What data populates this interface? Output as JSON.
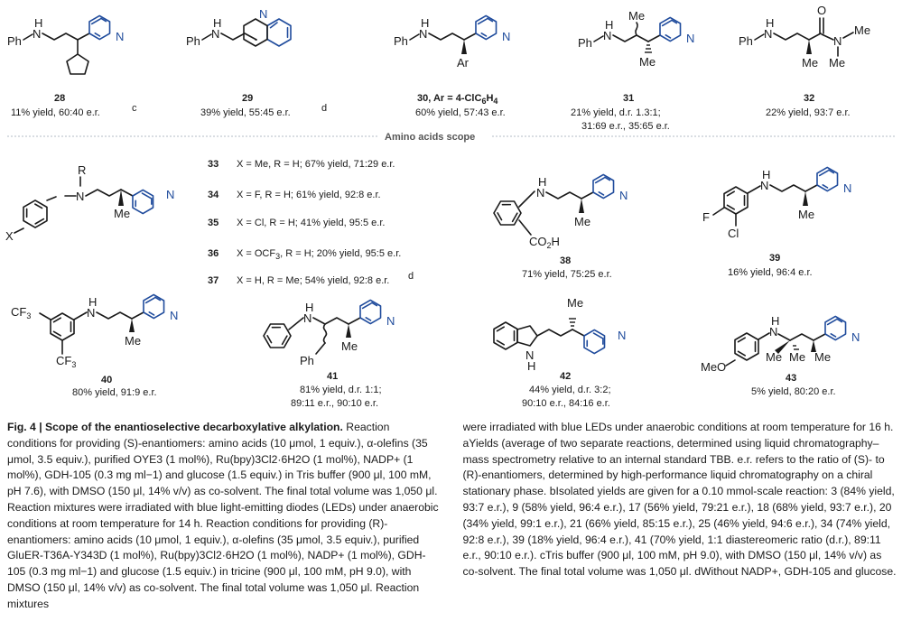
{
  "top_row": {
    "c28": {
      "num": "28",
      "result": "11% yield, 60:40 e.r.",
      "note": "c"
    },
    "c29": {
      "num": "29",
      "result": "39% yield, 55:45 e.r.",
      "note": "d"
    },
    "c30": {
      "num": "30, Ar = 4-ClC",
      "ar_sub1": "6",
      "ar_mid": "H",
      "ar_sub2": "4",
      "result": "60% yield, 57:43 e.r.",
      "ar_label": "Ar"
    },
    "c31": {
      "num": "31",
      "result1": "21% yield, d.r. 1.3:1;",
      "result2": "31:69 e.r., 35:65 e.r.",
      "me1": "Me",
      "me2": "Me"
    },
    "c32": {
      "num": "32",
      "result": "22% yield, 93:7 e.r.",
      "o": "O",
      "me_a": "Me",
      "me_b": "Me",
      "me_c": "Me",
      "n": "N"
    }
  },
  "scope_heading": "Amino acids scope",
  "core_labels": {
    "ph": "Ph",
    "n": "N",
    "h": "H",
    "me": "Me",
    "x": "X",
    "r": "R",
    "cl": "Cl",
    "f": "F",
    "cf3": "CF",
    "cf3_sub": "3",
    "co2h_a": "CO",
    "co2h_sub": "2",
    "co2h_b": "H",
    "meo": "MeO",
    "pyn": "N"
  },
  "list_entries": [
    {
      "num": "33",
      "text": "X = Me, R = H; 67% yield, 71:29 e.r."
    },
    {
      "num": "34",
      "text": "X = F, R = H; 61% yield, 92:8 e.r."
    },
    {
      "num": "35",
      "text": "X = Cl, R = H; 41% yield, 95:5 e.r."
    },
    {
      "num": "36",
      "text_a": "X = OCF",
      "text_sub": "3",
      "text_b": ", R = H; 20% yield, 95:5 e.r."
    },
    {
      "num": "37",
      "text": "X = H, R = Me; 54% yield, 92:8 e.r.",
      "note": "d"
    }
  ],
  "mid_row": {
    "c38": {
      "num": "38",
      "result": "71% yield, 75:25 e.r."
    },
    "c39": {
      "num": "39",
      "result": "16% yield, 96:4 e.r."
    }
  },
  "bottom_row": {
    "c40": {
      "num": "40",
      "result": "80% yield, 91:9 e.r."
    },
    "c41": {
      "num": "41",
      "result1": "81% yield, d.r. 1:1;",
      "result2": "89:11 e.r., 90:10 e.r."
    },
    "c42": {
      "num": "42",
      "result1": "44% yield, d.r. 3:2;",
      "result2": "90:10 e.r., 84:16 e.r."
    },
    "c43": {
      "num": "43",
      "result": "5% yield, 80:20 e.r."
    }
  },
  "caption": {
    "title": "Fig. 4 | Scope of the enantioselective decarboxylative alkylation.",
    "left_text": "Reaction conditions for providing (S)-enantiomers: amino acids (10 μmol, 1 equiv.), α-olefins (35 μmol, 3.5 equiv.), purified OYE3 (1 mol%), Ru(bpy)3Cl2·6H2O (1 mol%), NADP+ (1 mol%), GDH-105 (0.3 mg ml−1) and glucose (1.5 equiv.) in Tris buffer (900 μl, 100 mM, pH 7.6), with DMSO (150 μl, 14% v/v) as co-solvent. The final total volume was 1,050 μl. Reaction mixtures were irradiated with blue light-emitting diodes (LEDs) under anaerobic conditions at room temperature for 14 h. Reaction conditions for providing (R)-enantiomers: amino acids (10 μmol, 1 equiv.), α-olefins (35 μmol, 3.5 equiv.), purified GluER-T36A-Y343D (1 mol%), Ru(bpy)3Cl2·6H2O (1 mol%), NADP+ (1 mol%), GDH-105 (0.3 mg ml−1) and glucose (1.5 equiv.) in tricine (900 μl, 100 mM, pH 9.0), with DMSO (150 μl, 14% v/v) as co-solvent. The final total volume was 1,050 μl. Reaction mixtures",
    "right_text": "were irradiated with blue LEDs under anaerobic conditions at room temperature for 16 h. aYields (average of two separate reactions, determined using liquid chromatography–mass spectrometry relative to an internal standard TBB. e.r. refers to the ratio of (S)- to (R)-enantiomers, determined by high-performance liquid chromatography on a chiral stationary phase. bIsolated yields are given for a 0.10 mmol-scale reaction: 3 (84% yield, 93:7 e.r.), 9 (58% yield, 96:4 e.r.), 17 (56% yield, 79:21 e.r.), 18 (68% yield, 93:7 e.r.), 20 (34% yield, 99:1 e.r.), 21 (66% yield, 85:15 e.r.), 25 (46% yield, 94:6 e.r.), 34 (74% yield, 92:8 e.r.), 39 (18% yield, 96:4 e.r.), 41 (70% yield, 1:1 diastereomeric ratio (d.r.), 89:11 e.r., 90:10 e.r.). cTris buffer (900 μl, 100 mM, pH 9.0), with DMSO (150 μl, 14% v/v) as co-solvent. The final total volume was 1,050 μl. dWithout NADP+, GDH-105 and glucose."
  }
}
